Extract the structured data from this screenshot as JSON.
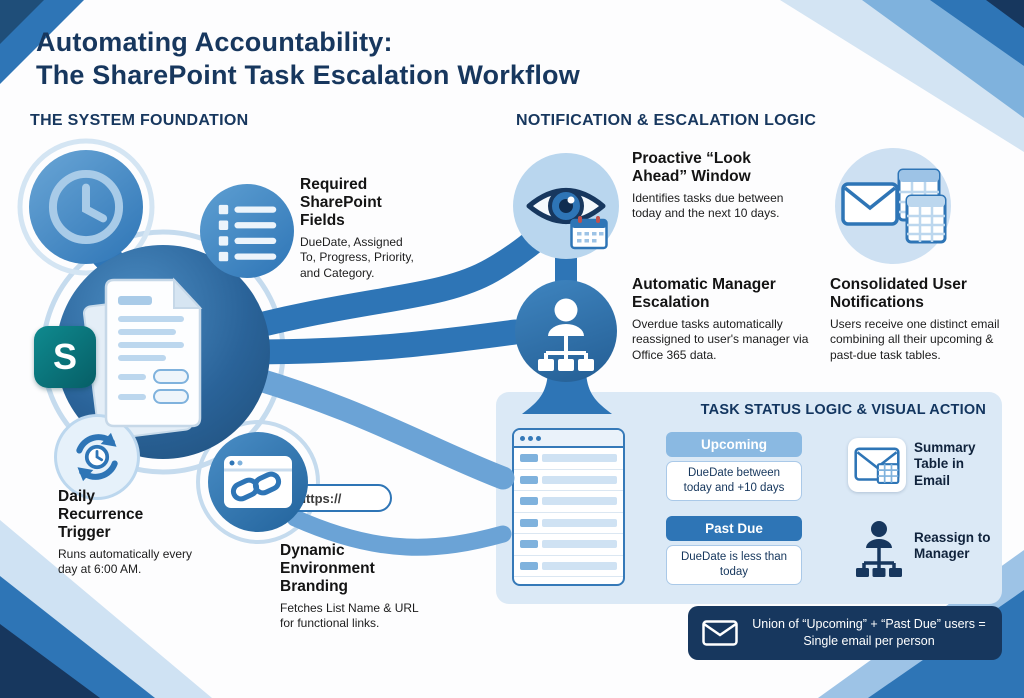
{
  "title": {
    "line1": "Automating Accountability:",
    "line2": "The SharePoint Task Escalation Workflow"
  },
  "foundation": {
    "heading": "THE SYSTEM FOUNDATION",
    "fields": {
      "title": "Required SharePoint Fields",
      "desc": "DueDate, Assigned To, Progress, Priority, and Category."
    },
    "trigger": {
      "title": "Daily Recurrence Trigger",
      "desc": "Runs automatically every day at 6:00 AM."
    },
    "branding": {
      "title": "Dynamic Environment Branding",
      "desc": "Fetches List Name & URL for functional links.",
      "url": "https://"
    }
  },
  "notification": {
    "heading": "NOTIFICATION & ESCALATION LOGIC",
    "lookahead": {
      "title": "Proactive “Look Ahead” Window",
      "desc": "Identifies tasks due between today and the next 10 days."
    },
    "escalation": {
      "title": "Automatic Manager Escalation",
      "desc": "Overdue tasks automatically reassigned to user's manager via Office 365 data."
    },
    "consolidated": {
      "title": "Consolidated User Notifications",
      "desc": "Users receive one distinct email combining all their upcoming & past-due task tables."
    }
  },
  "status": {
    "heading": "TASK STATUS LOGIC & VISUAL ACTION",
    "upcoming": {
      "label": "Upcoming",
      "rule": "DueDate between today and +10 days"
    },
    "past_due": {
      "label": "Past Due",
      "rule": "DueDate is less than today"
    },
    "summary_label": "Summary Table in Email",
    "reassign_label": "Reassign to Manager",
    "union_note": "Union of “Upcoming” + “Past Due” users = Single email per person"
  },
  "logos": {
    "sharepoint": "S"
  },
  "colors": {
    "accent": "#2e75b6",
    "navy": "#17375e",
    "light_blue": "#bdd7ee",
    "panel": "#dbe9f6",
    "sharepoint_teal": "#0f8a8f"
  }
}
